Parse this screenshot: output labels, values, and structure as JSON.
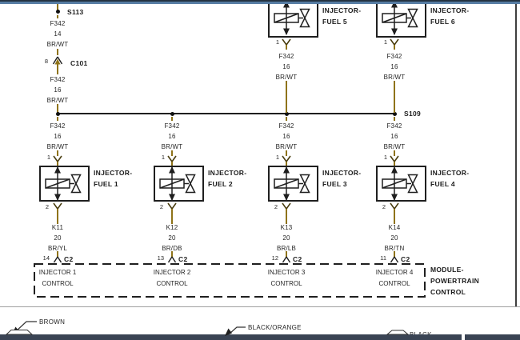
{
  "feed": {
    "splice": "S113",
    "wire_upper": {
      "circuit": "F342",
      "gauge": "14",
      "color": "BR/WT"
    },
    "connector_pin": "8",
    "connector": "C101",
    "wire_lower": {
      "circuit": "F342",
      "gauge": "16",
      "color": "BR/WT"
    },
    "bus_splice": "S109"
  },
  "top_injectors": [
    {
      "name1": "INJECTOR-",
      "name2": "FUEL 5",
      "pin": "1",
      "wire": {
        "circuit": "F342",
        "gauge": "16",
        "color": "BR/WT"
      }
    },
    {
      "name1": "INJECTOR-",
      "name2": "FUEL 6",
      "pin": "1",
      "wire": {
        "circuit": "F342",
        "gauge": "16",
        "color": "BR/WT"
      }
    }
  ],
  "injectors": [
    {
      "name1": "INJECTOR-",
      "name2": "FUEL 1",
      "pin_in": "1",
      "wire_in": {
        "circuit": "F342",
        "gauge": "16",
        "color": "BR/WT"
      },
      "pin_out": "2",
      "wire_out": {
        "circuit": "K11",
        "gauge": "20",
        "color": "BR/YL"
      },
      "pcm_pin": "14",
      "pcm_connector": "C2",
      "ctrl1": "INJECTOR 1",
      "ctrl2": "CONTROL"
    },
    {
      "name1": "INJECTOR-",
      "name2": "FUEL 2",
      "pin_in": "1",
      "wire_in": {
        "circuit": "F342",
        "gauge": "16",
        "color": "BR/WT"
      },
      "pin_out": "2",
      "wire_out": {
        "circuit": "K12",
        "gauge": "20",
        "color": "BR/DB"
      },
      "pcm_pin": "13",
      "pcm_connector": "C2",
      "ctrl1": "INJECTOR 2",
      "ctrl2": "CONTROL"
    },
    {
      "name1": "INJECTOR-",
      "name2": "FUEL 3",
      "pin_in": "1",
      "wire_in": {
        "circuit": "F342",
        "gauge": "16",
        "color": "BR/WT"
      },
      "pin_out": "2",
      "wire_out": {
        "circuit": "K13",
        "gauge": "20",
        "color": "BR/LB"
      },
      "pcm_pin": "12",
      "pcm_connector": "C2",
      "ctrl1": "INJECTOR 3",
      "ctrl2": "CONTROL"
    },
    {
      "name1": "INJECTOR-",
      "name2": "FUEL 4",
      "pin_in": "1",
      "wire_in": {
        "circuit": "F342",
        "gauge": "16",
        "color": "BR/WT"
      },
      "pin_out": "2",
      "wire_out": {
        "circuit": "K14",
        "gauge": "20",
        "color": "BR/TN"
      },
      "pcm_pin": "11",
      "pcm_connector": "C2",
      "ctrl1": "INJECTOR 4",
      "ctrl2": "CONTROL"
    }
  ],
  "module": {
    "line1": "MODULE-",
    "line2": "POWERTRAIN",
    "line3": "CONTROL"
  },
  "legend": {
    "brown": "BROWN",
    "black_orange": "BLACK/ORANGE",
    "black": "BLACK"
  },
  "colors": {
    "wire_brown": "#8f7319",
    "line_black": "#1f1f1f",
    "header_bar": "#567ca3",
    "header_bar_edge": "#243241",
    "footer_bar": "#3a4454"
  }
}
